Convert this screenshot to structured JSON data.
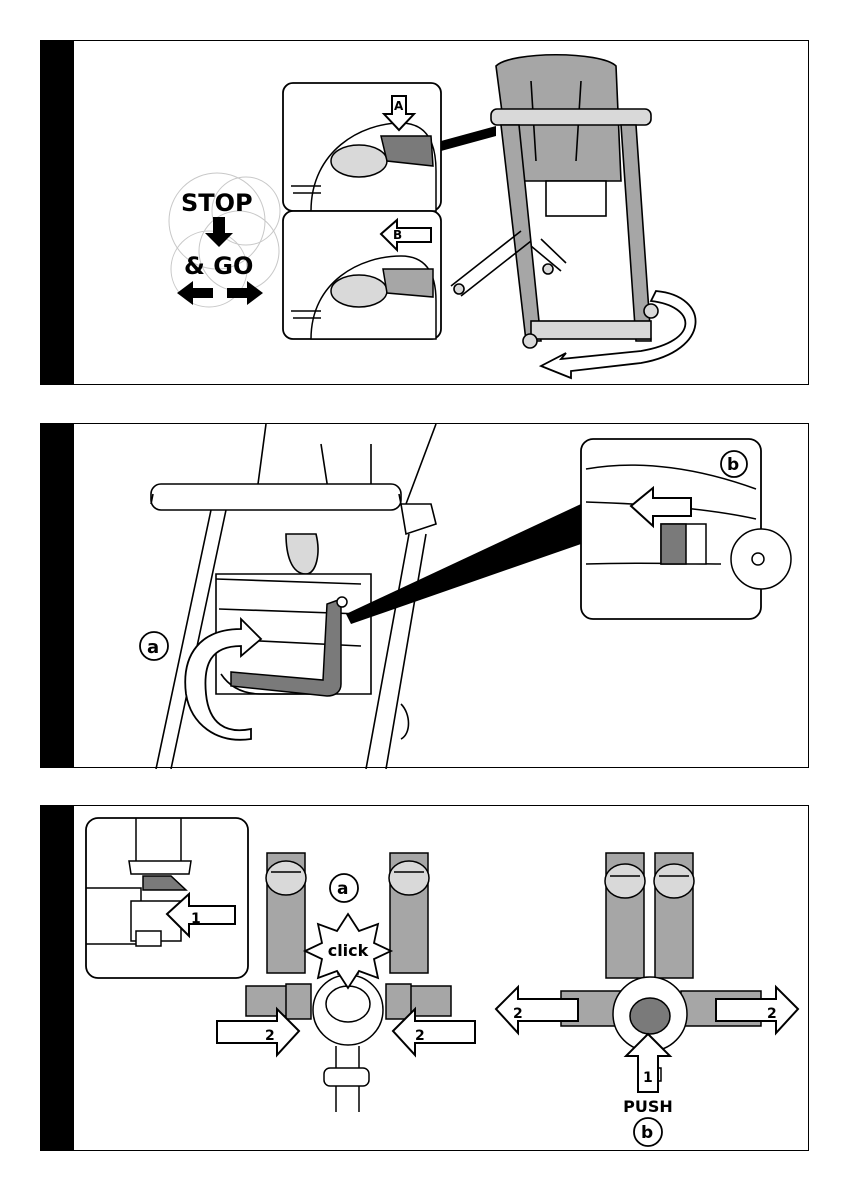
{
  "panel1": {
    "stop_text": "STOP",
    "go_text": "& GO",
    "label_a": "A",
    "label_b": "B"
  },
  "panel2": {
    "label_a": "a",
    "label_b": "b"
  },
  "panel3": {
    "label_a": "a",
    "label_b": "b",
    "click_text": "click",
    "push_text": "PUSH",
    "num_1": "1",
    "num_2": "2"
  },
  "colors": {
    "line": "#000000",
    "light_gray": "#d9d9d9",
    "mid_gray": "#a6a6a6",
    "dark_gray": "#7a7a7a"
  },
  "icons": [
    "arrow-icon",
    "highchair-icon",
    "wheel-lock-icon",
    "buckle-icon",
    "harness-icon"
  ]
}
